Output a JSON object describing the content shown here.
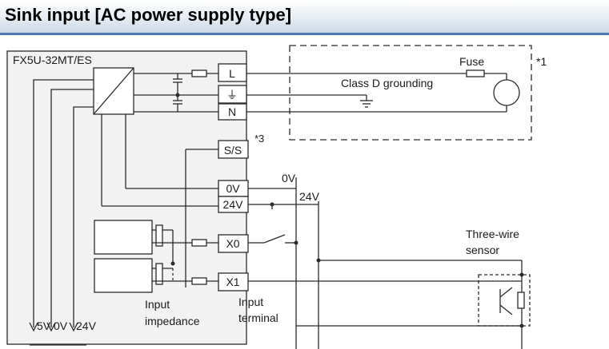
{
  "title": "Sink input [AC power supply type]",
  "plc_model": "FX5U-32MT/ES",
  "terminals": {
    "l": "L",
    "ground": "⏚",
    "n": "N",
    "ss": "S/S",
    "v0": "0V",
    "v24": "24V",
    "x0": "X0",
    "x1": "X1"
  },
  "labels": {
    "fuse": "Fuse",
    "note1": "*1",
    "class_d": "Class D grounding",
    "note3": "*3",
    "zero_v": "0V",
    "v24_line": "24V",
    "three_wire_1": "Three-wire",
    "three_wire_2": "sensor",
    "input_imp_1": "Input",
    "input_imp_2": "impedance",
    "input_term_1": "Input",
    "input_term_2": "terminal",
    "out_5v": "5V",
    "out_0v": "0V",
    "out_24v": "24V"
  },
  "colors": {
    "plc_fill": "#f2f2f2",
    "line": "#2a2a2a",
    "accent": "#4a7ab0"
  }
}
